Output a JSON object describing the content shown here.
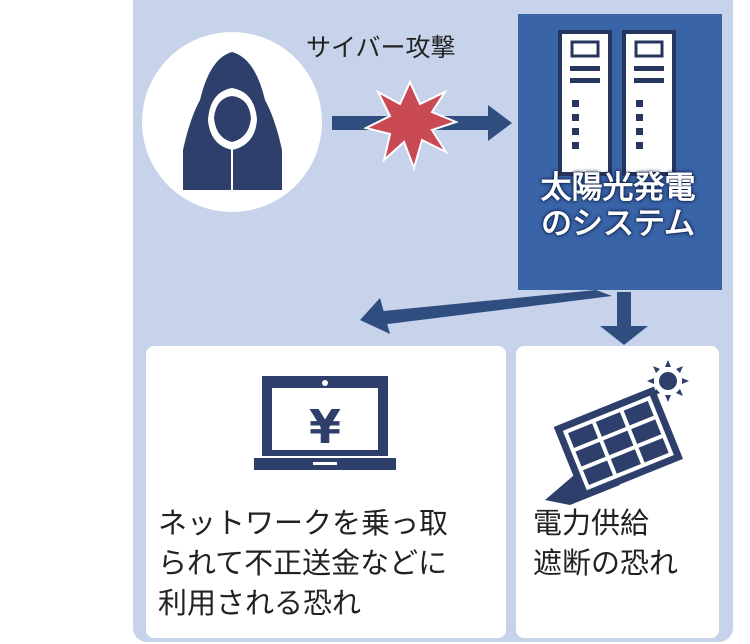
{
  "attack_label": "サイバー攻撃",
  "system_box": {
    "line1": "太陽光発電",
    "line2": "のシステム"
  },
  "left_card": {
    "lines": [
      "ネットワークを乗っ取",
      "られて不正送金などに",
      "利用される恐れ"
    ],
    "icon": "laptop-yen-icon"
  },
  "right_card": {
    "lines": [
      "電力供給",
      "遮断の恐れ"
    ],
    "icon": "solar-panel-icon"
  },
  "colors": {
    "panel": "#c6d3ea",
    "navy": "#2f3f6b",
    "box": "#3a64a8",
    "burst": "#c94a55"
  }
}
